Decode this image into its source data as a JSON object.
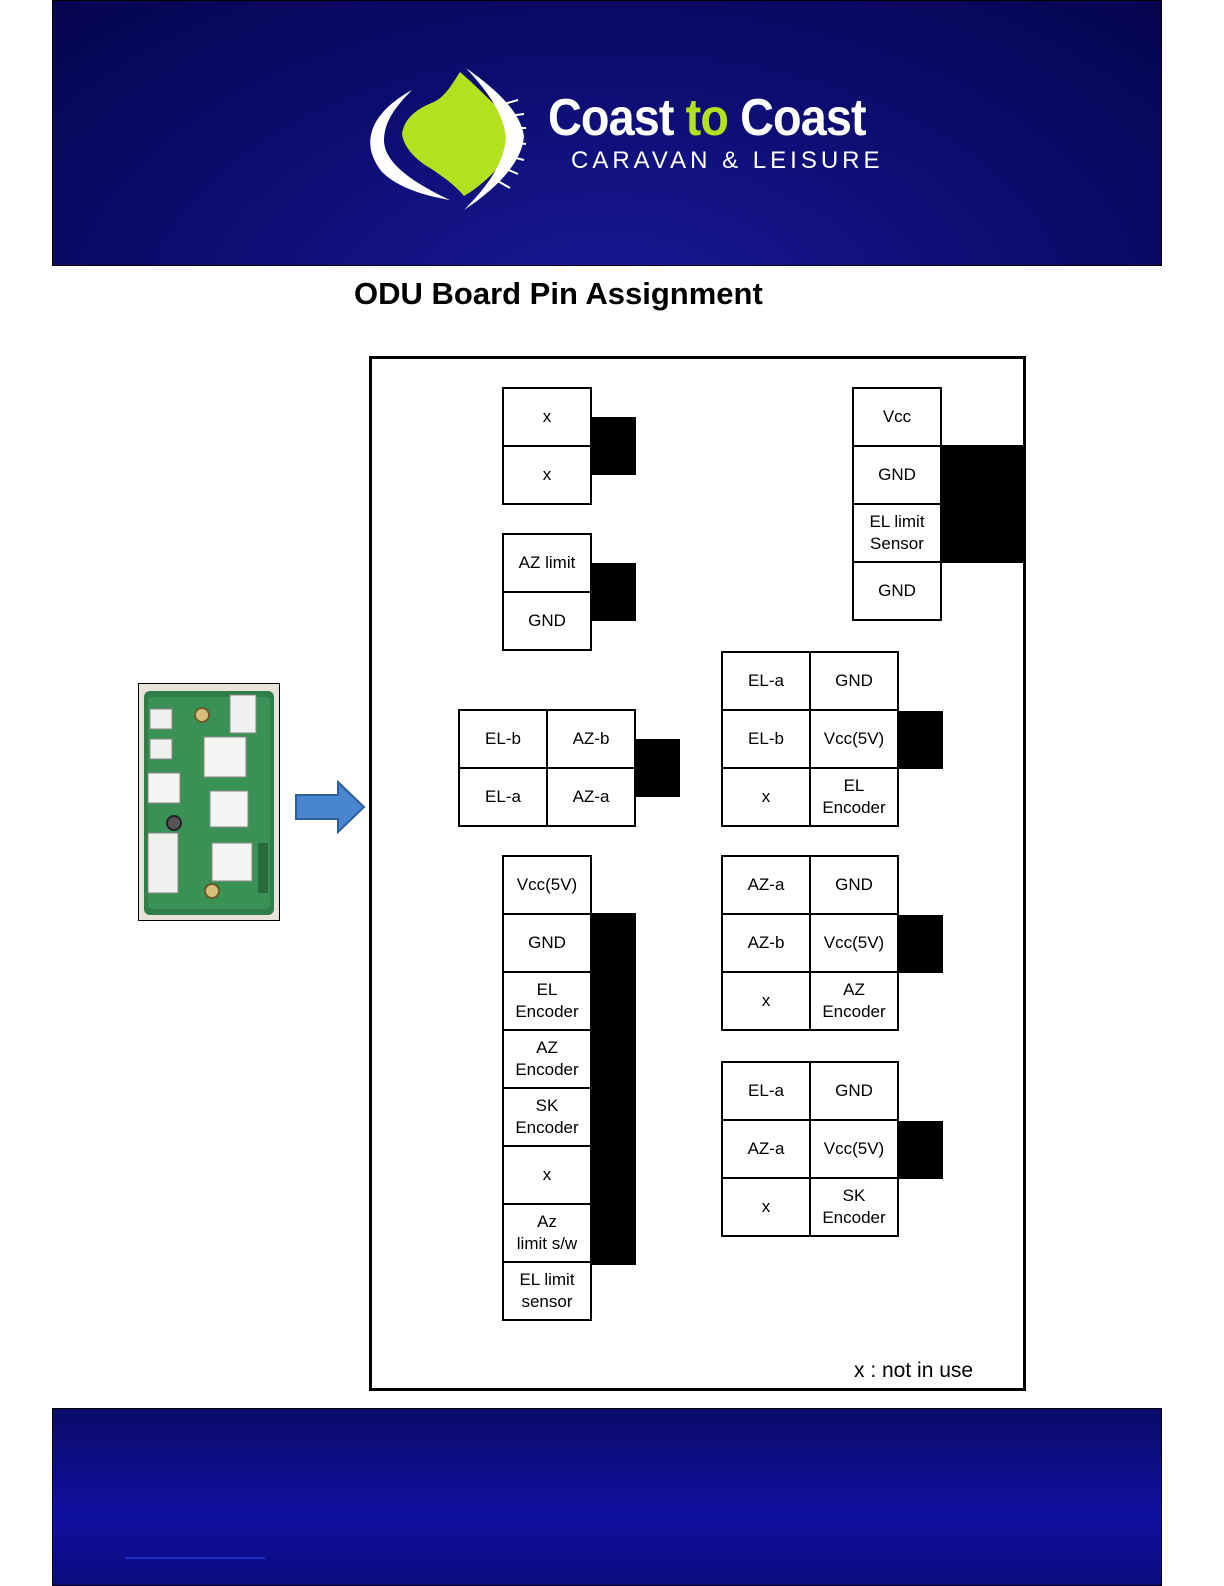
{
  "brand": {
    "word_coast_1": "Coast",
    "word_to": "to",
    "word_coast_2": "Coast",
    "subtitle": "CARAVAN & LEISURE"
  },
  "title": "ODU Board Pin Assignment",
  "legend": "x : not in use",
  "colors": {
    "banner_blue": "#0c0c70",
    "logo_green": "#b4e11e",
    "arrow_blue": "#4a86d0"
  },
  "connectors": {
    "c1": [
      "x",
      "x"
    ],
    "c2": [
      "AZ limit",
      "GND"
    ],
    "c3": [
      "EL-b",
      "AZ-b",
      "EL-a",
      "AZ-a"
    ],
    "c4": [
      "Vcc(5V)",
      "GND",
      "EL\nEncoder",
      "AZ\nEncoder",
      "SK\nEncoder",
      "x",
      "Az\nlimit s/w",
      "EL limit\nsensor"
    ],
    "c5": [
      "Vcc",
      "GND",
      "EL limit\nSensor",
      "GND"
    ],
    "c6": [
      "EL-a",
      "GND",
      "EL-b",
      "Vcc(5V)",
      "x",
      "EL\nEncoder"
    ],
    "c7": [
      "AZ-a",
      "GND",
      "AZ-b",
      "Vcc(5V)",
      "x",
      "AZ\nEncoder"
    ],
    "c8": [
      "EL-a",
      "GND",
      "AZ-a",
      "Vcc(5V)",
      "x",
      "SK\nEncoder"
    ]
  }
}
